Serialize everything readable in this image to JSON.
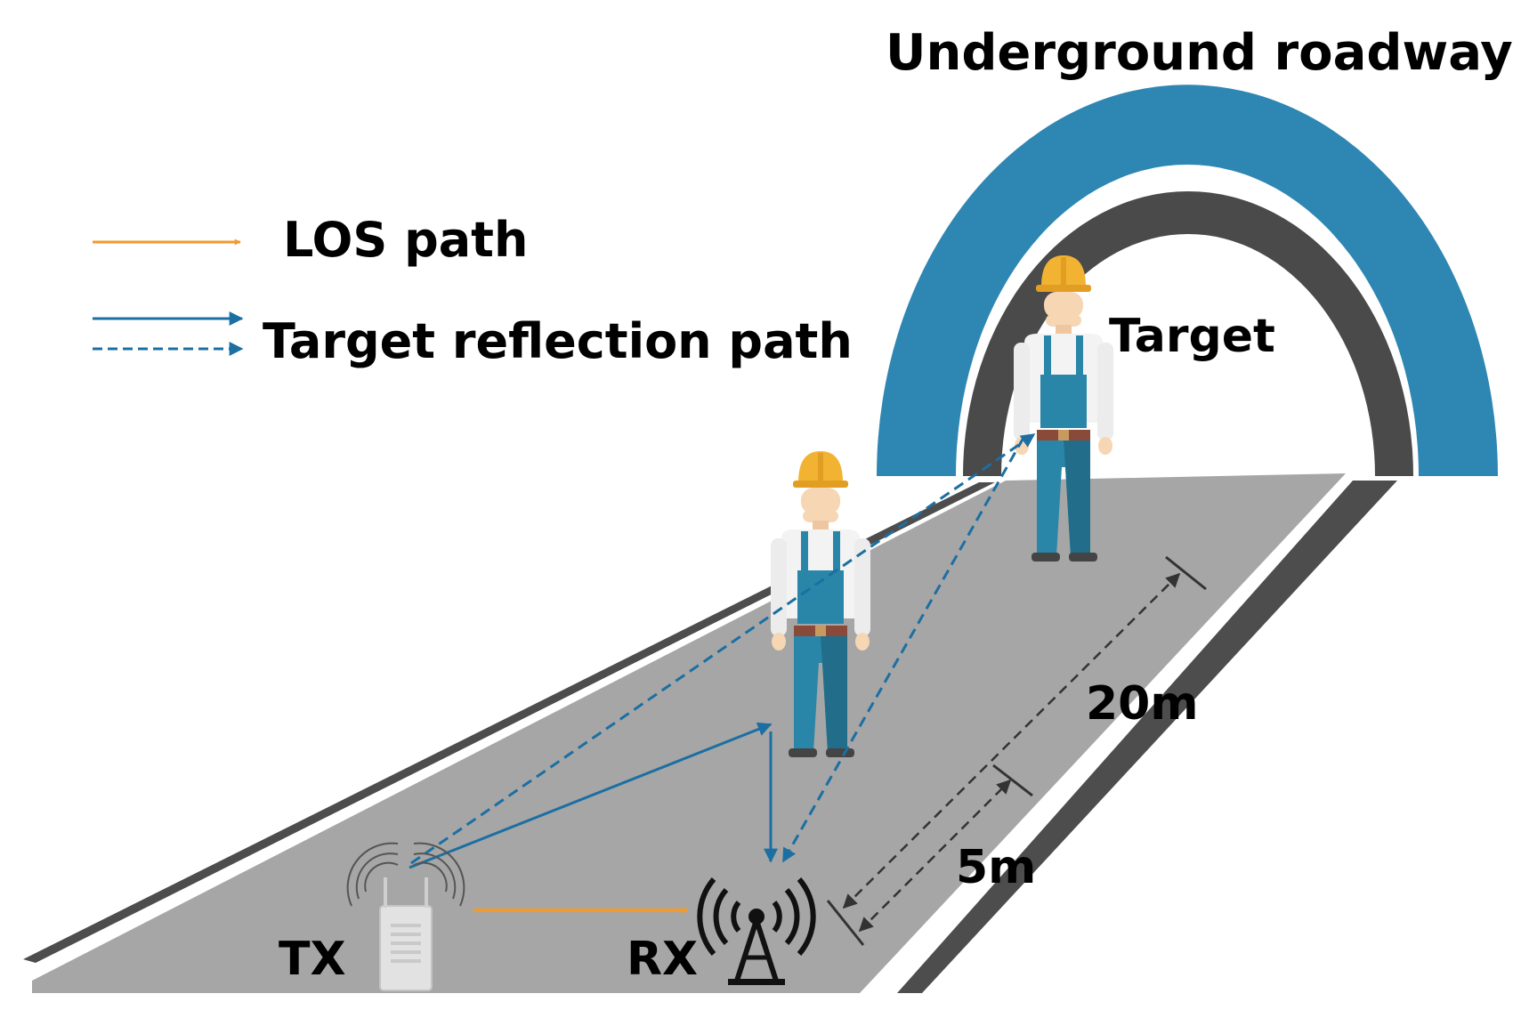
{
  "title": "Underground roadway",
  "legend": {
    "los": "LOS path",
    "reflection": "Target reflection path"
  },
  "labels": {
    "target": "Target",
    "tx": "TX",
    "rx": "RX",
    "dist_far": "20m",
    "dist_near": "5m"
  },
  "colors": {
    "los": "#f39a2b",
    "reflection": "#1c6fa2",
    "arch_outer": "#2e86b3",
    "arch_inner": "#4a4a4a",
    "road": "#a6a6a6",
    "road_edge": "#4d4d4d",
    "dimension": "#333333",
    "overalls": "#2a86a8",
    "helmet": "#f3b332"
  },
  "icons": {
    "worker": "worker-icon",
    "transmitter": "router-icon",
    "receiver": "antenna-tower-icon"
  }
}
